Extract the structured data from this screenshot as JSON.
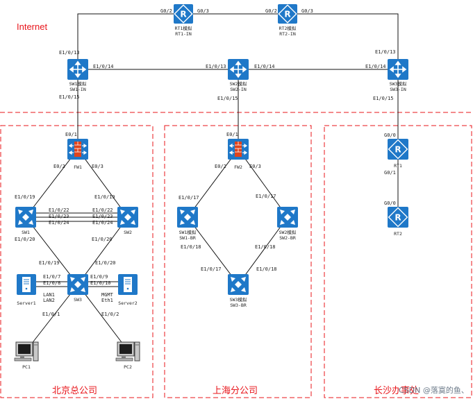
{
  "colors": {
    "device_blue": "#1f78c8",
    "link": "#111111",
    "zone_border": "#e8141a",
    "firewall_bricks": "#e0441c"
  },
  "labels": {
    "internet": "Internet",
    "beijing": "北京总公司",
    "shanghai": "上海分公司",
    "changsha": "长沙办事处",
    "watermark": "CSDN @落寞的鱼、"
  },
  "devices": {
    "rt1_sim": {
      "icon": "router-icon",
      "name": "RT1模拟",
      "sub": "RT1-IN"
    },
    "rt2_sim": {
      "icon": "router-icon",
      "name": "RT2模拟",
      "sub": "RT2-IN"
    },
    "sw1_sim": {
      "icon": "switch-icon",
      "name": "SW1模拟",
      "sub": "SW1-IN"
    },
    "sw2_sim": {
      "icon": "switch-icon",
      "name": "SW2模拟",
      "sub": "SW2-IN"
    },
    "sw3_sim": {
      "icon": "switch-icon",
      "name": "SW3模拟",
      "sub": "SW3-IN"
    },
    "fw1": {
      "icon": "firewall-icon",
      "name": "FW1"
    },
    "fw2": {
      "icon": "firewall-icon",
      "name": "FW2"
    },
    "bj_sw1": {
      "icon": "core-switch-icon",
      "name": "SW1"
    },
    "bj_sw2": {
      "icon": "core-switch-icon",
      "name": "SW2"
    },
    "bj_sw3": {
      "icon": "core-switch-icon",
      "name": "SW3"
    },
    "server1": {
      "icon": "server-icon",
      "name": "Server1"
    },
    "server2": {
      "icon": "server-icon",
      "name": "Server2"
    },
    "pc1": {
      "icon": "pc-icon",
      "name": "PC1"
    },
    "pc2": {
      "icon": "pc-icon",
      "name": "PC2"
    },
    "sh_sw1": {
      "icon": "core-switch-icon",
      "name": "SW1模拟",
      "sub": "SW1-BR"
    },
    "sh_sw2": {
      "icon": "core-switch-icon",
      "name": "SW2模拟",
      "sub": "SW2-BR"
    },
    "sh_sw3": {
      "icon": "core-switch-icon",
      "name": "SW3模拟",
      "sub": "SW3-BR"
    },
    "cs_rt1": {
      "icon": "router-icon",
      "name": "RT1"
    },
    "cs_rt2": {
      "icon": "router-icon",
      "name": "RT2"
    }
  },
  "ports": {
    "rt1_g02": "G0/2",
    "rt1_g03": "G0/3",
    "rt2_g02": "G0/2",
    "rt2_g03": "G0/3",
    "sw1in_e13": "E1/0/13",
    "sw1in_e14": "E1/0/14",
    "sw1in_e15": "E1/0/15",
    "sw2in_e13": "E1/0/13",
    "sw2in_e14": "E1/0/14",
    "sw2in_e15": "E1/0/15",
    "sw3in_e13": "E1/0/13",
    "sw3in_e14": "E1/0/14",
    "sw3in_e15": "E1/0/15",
    "fw1_e01": "E0/1",
    "fw1_e02": "E0/2",
    "fw1_e03": "E0/3",
    "bjsw1_e19": "E1/0/19",
    "bjsw1_e20": "E1/0/20",
    "bjsw1_e22": "E1/0/22",
    "bjsw1_e23": "E1/0/23",
    "bjsw1_e24": "E1/0/24",
    "bjsw2_e19": "E1/0/19",
    "bjsw2_e20": "E1/0/20",
    "bjsw2_e22": "E1/0/22",
    "bjsw2_e23": "E1/0/23",
    "bjsw2_e24": "E1/0/24",
    "bjsw3_e19": "E1/0/19",
    "bjsw3_e20": "E1/0/20",
    "bjsw3_e7": "E1/0/7",
    "bjsw3_e8": "E1/0/8",
    "bjsw3_e9": "E1/0/9",
    "bjsw3_e10": "E1/0/10",
    "bjsw3_e1": "E1/0/1",
    "bjsw3_e2": "E1/0/2",
    "server1_lan1": "LAN1",
    "server1_lan2": "LAN2",
    "server2_mgmt": "MGMT",
    "server2_eth1": "Eth1",
    "fw2_e01": "E0/1",
    "fw2_e02": "E0/2",
    "fw2_e03": "E0/3",
    "shsw1_e17": "E1/0/17",
    "shsw1_e18": "E1/0/18",
    "shsw2_e17": "E1/0/17",
    "shsw2_e18": "E1/0/18",
    "shsw3_e17": "E1/0/17",
    "shsw3_e18": "E1/0/18",
    "csrt1_g00": "G0/0",
    "csrt1_g01": "G0/1",
    "csrt2_g00": "G0/0"
  }
}
